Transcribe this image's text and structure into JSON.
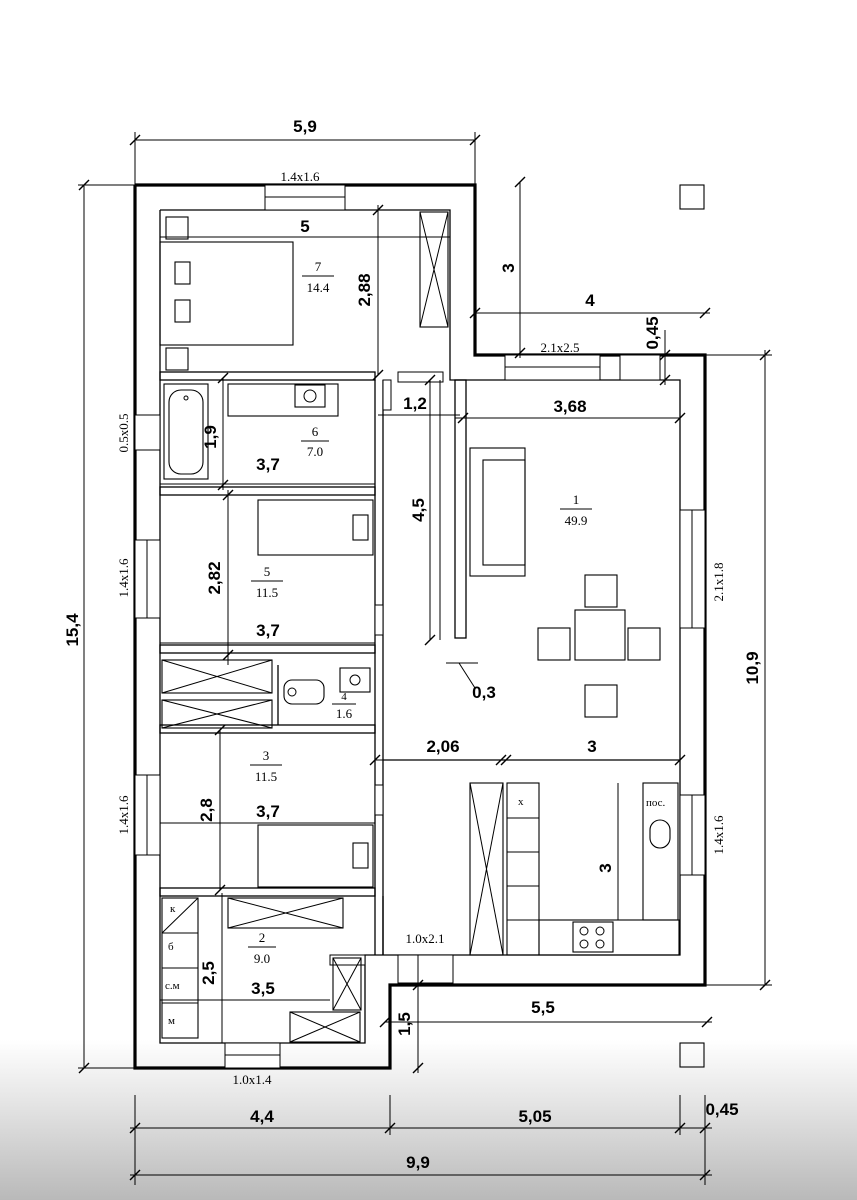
{
  "dimensions": {
    "top_width": "5,9",
    "overall_height": "15,4",
    "right_height": "10,9",
    "bottom_left": "4,4",
    "bottom_mid": "5,05",
    "bottom_right": "0,45",
    "bottom_total": "9,9",
    "bedroom7_width": "5",
    "bedroom7_height": "2,88",
    "step_height": "3",
    "step_width": "4",
    "step_offset": "0,45",
    "corridor_width": "1,2",
    "corridor_height": "4,5",
    "partition": "0,3",
    "living_width": "3,68",
    "bath_height": "1,9",
    "bath_width": "3,7",
    "room5_height": "2,82",
    "room5_width": "3,7",
    "room3_height": "2,8",
    "room3_width": "3,7",
    "hall_width": "2,06",
    "kitchen_width": "3",
    "kitchen_height": "3",
    "room2_height": "2,5",
    "room2_width": "3,5",
    "porch_height": "1,5",
    "porch_width": "5,5"
  },
  "openings": {
    "window_top": "1.4x1.6",
    "window_terrace": "2.1x2.5",
    "window_bath": "0.5x0.5",
    "window_room5": "1.4x1.6",
    "window_room3": "1.4x1.6",
    "window_living": "2.1x1.8",
    "window_kitchen": "1.4x1.6",
    "entrance_door": "1.0x2.1",
    "window_room2": "1.0x1.4"
  },
  "rooms": [
    {
      "number": "1",
      "area": "49.9"
    },
    {
      "number": "2",
      "area": "9.0"
    },
    {
      "number": "3",
      "area": "11.5"
    },
    {
      "number": "4",
      "area": "1.6"
    },
    {
      "number": "5",
      "area": "11.5"
    },
    {
      "number": "6",
      "area": "7.0"
    },
    {
      "number": "7",
      "area": "14.4"
    }
  ],
  "fixtures": {
    "fridge": "х",
    "dishwasher": "пос.",
    "boiler": "к",
    "tank": "б",
    "washer": "с.м",
    "sink": "м"
  }
}
